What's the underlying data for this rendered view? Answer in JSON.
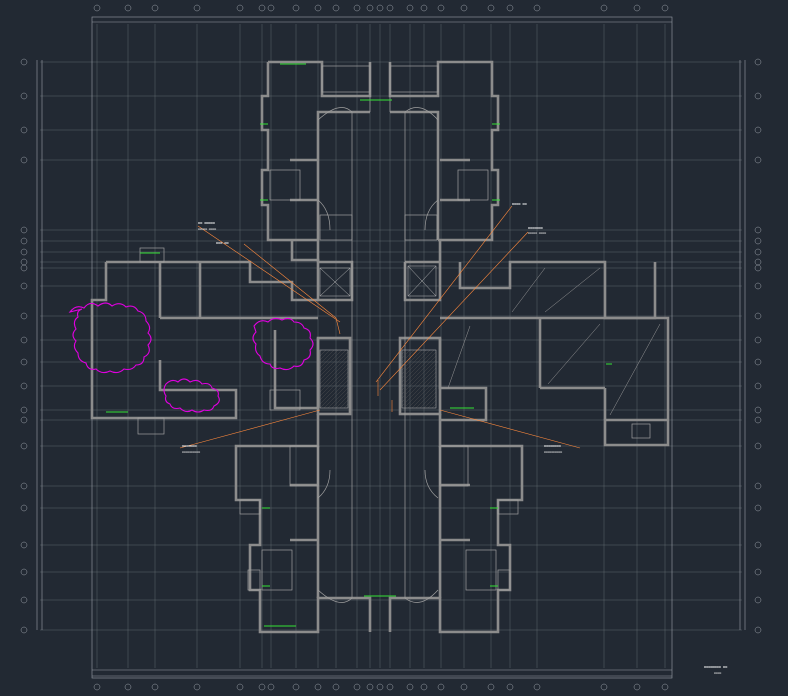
{
  "drawing": {
    "colors": {
      "background": "#222933",
      "grid": "#9aa0a8",
      "wall": "#8c8c8c",
      "annotation": "#ff8a3d",
      "revision_cloud": "#e000e0",
      "fixture": "#34e234",
      "text": "#e0e0e0"
    },
    "annotations": [
      {
        "id": "a1",
        "text": "▬▬ ▬▬▬▬▬"
      },
      {
        "id": "a2",
        "text": "▬▬▬ ▬▬"
      },
      {
        "id": "a3",
        "text": "▬▬▬▬ ▬▬"
      },
      {
        "id": "a4",
        "text": "▬▬▬▬▬▬▬"
      },
      {
        "id": "a5",
        "text": "▬▬▬▬▬▬▬"
      },
      {
        "id": "a6",
        "text": "▬▬▬▬▬▬▬▬"
      }
    ],
    "title_block": {
      "line1": "▬▬▬▬▬▬▬▬ ▬▬",
      "line2": "▬▬▬▬"
    }
  }
}
